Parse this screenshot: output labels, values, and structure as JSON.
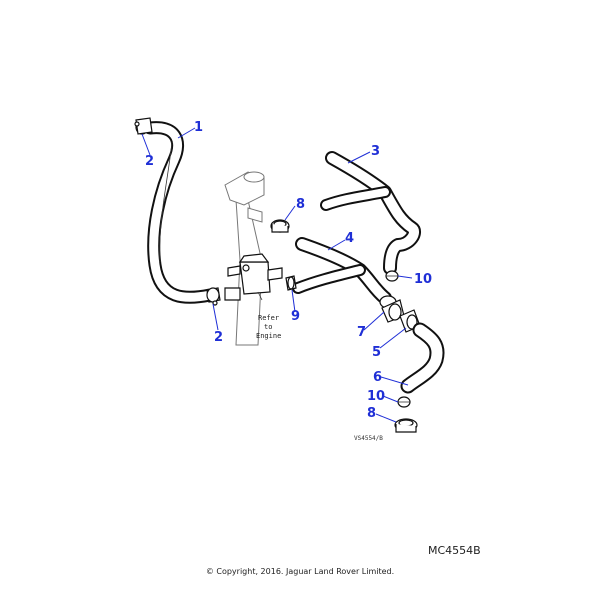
{
  "diagram": {
    "callouts": [
      {
        "id": "c1a",
        "label": "1"
      },
      {
        "id": "c2a",
        "label": "2"
      },
      {
        "id": "c2b",
        "label": "2"
      },
      {
        "id": "c3",
        "label": "3"
      },
      {
        "id": "c4",
        "label": "4"
      },
      {
        "id": "c5",
        "label": "5"
      },
      {
        "id": "c6",
        "label": "6"
      },
      {
        "id": "c7",
        "label": "7"
      },
      {
        "id": "c8a",
        "label": "8"
      },
      {
        "id": "c8b",
        "label": "8"
      },
      {
        "id": "c9",
        "label": "9"
      },
      {
        "id": "c10a",
        "label": "10"
      },
      {
        "id": "c10b",
        "label": "10"
      }
    ],
    "refer_note": [
      "Refer",
      "to",
      "Engine"
    ],
    "drawing_code": "VS4554/B",
    "accent_color": "#1f2fd6"
  },
  "footer": {
    "diagram_number": "MC4554B",
    "copyright": "© Copyright, 2016. Jaguar Land Rover Limited."
  }
}
